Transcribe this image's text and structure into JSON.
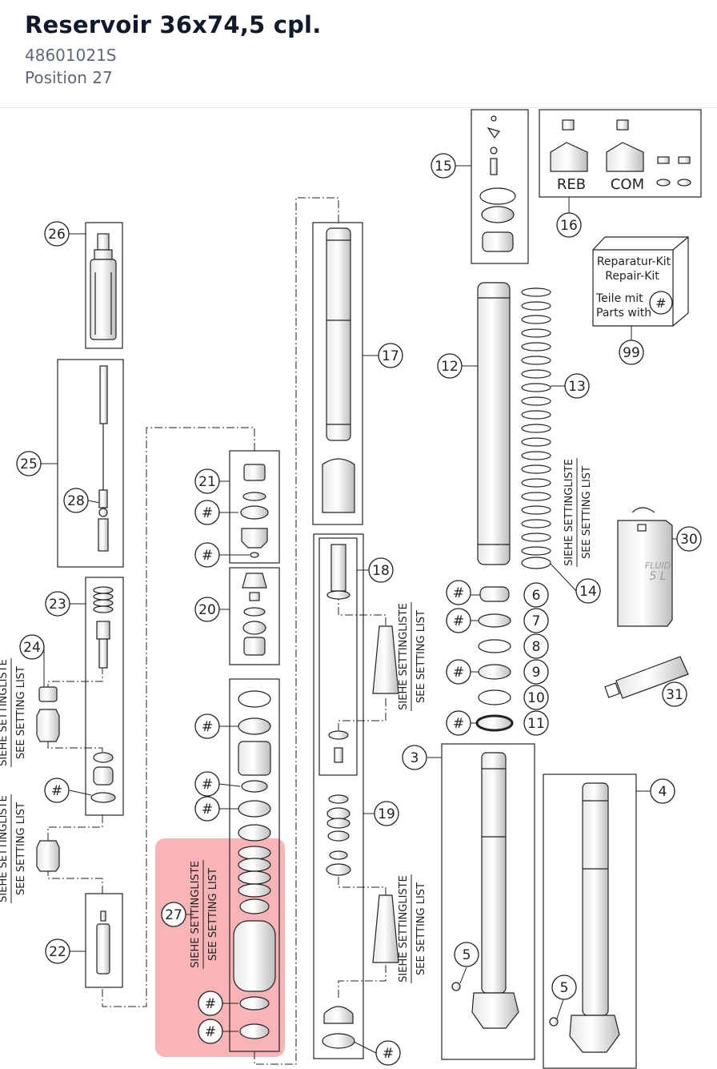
{
  "part": {
    "title": "Reservoir 36x74,5 cpl.",
    "number": "48601021S",
    "position": "Position 27"
  },
  "colors": {
    "highlight": "#f4868a",
    "line": "#222222",
    "title": "#0f1b2d",
    "subtitle": "#5c6878"
  },
  "callouts": {
    "c3": "3",
    "c4": "4",
    "c5a": "5",
    "c5b": "5",
    "c6": "6",
    "c7": "7",
    "c8": "8",
    "c9": "9",
    "c10": "10",
    "c11": "11",
    "c12": "12",
    "c13": "13",
    "c14": "14",
    "c15": "15",
    "c16": "16",
    "c17": "17",
    "c18": "18",
    "c19": "19",
    "c20": "20",
    "c21": "21",
    "c22": "22",
    "c23": "23",
    "c24": "24",
    "c25": "25",
    "c26": "26",
    "c27": "27",
    "c28": "28",
    "c30": "30",
    "c31": "31",
    "c99": "99",
    "hash": "#"
  },
  "labels": {
    "reb": "REB",
    "com": "COM",
    "repair_kit_de": "Reparatur-Kit",
    "repair_kit_en": "Repair-Kit",
    "parts_with_de": "Teile mit",
    "parts_with_en": "Parts with",
    "setting_de": "SIEHE SETTINGLISTE",
    "setting_en": "SEE SETTING LIST",
    "fluid": "FLUID",
    "fluid_vol": "5 L"
  }
}
